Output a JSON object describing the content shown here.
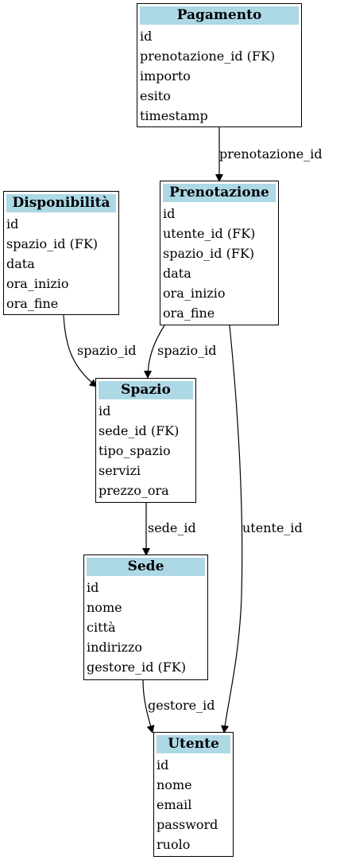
{
  "entities": {
    "pagamento": {
      "name": "Pagamento",
      "fields": [
        "id",
        "prenotazione_id (FK)",
        "importo",
        "esito",
        "timestamp"
      ]
    },
    "prenotazione": {
      "name": "Prenotazione",
      "fields": [
        "id",
        "utente_id (FK)",
        "spazio_id (FK)",
        "data",
        "ora_inizio",
        "ora_fine"
      ]
    },
    "disponibilita": {
      "name": "Disponibilità",
      "fields": [
        "id",
        "spazio_id (FK)",
        "data",
        "ora_inizio",
        "ora_fine"
      ]
    },
    "spazio": {
      "name": "Spazio",
      "fields": [
        "id",
        "sede_id (FK)",
        "tipo_spazio",
        "servizi",
        "prezzo_ora"
      ]
    },
    "sede": {
      "name": "Sede",
      "fields": [
        "id",
        "nome",
        "città",
        "indirizzo",
        "gestore_id (FK)"
      ]
    },
    "utente": {
      "name": "Utente",
      "fields": [
        "id",
        "nome",
        "email",
        "password",
        "ruolo"
      ]
    }
  },
  "edges": {
    "pagamento_prenotazione": "prenotazione_id",
    "disponibilita_spazio": "spazio_id",
    "prenotazione_spazio": "spazio_id",
    "prenotazione_utente": "utente_id",
    "spazio_sede": "sede_id",
    "sede_utente": "gestore_id"
  },
  "colors": {
    "header": "#add8e6",
    "border": "#000000",
    "edge": "#000000"
  }
}
